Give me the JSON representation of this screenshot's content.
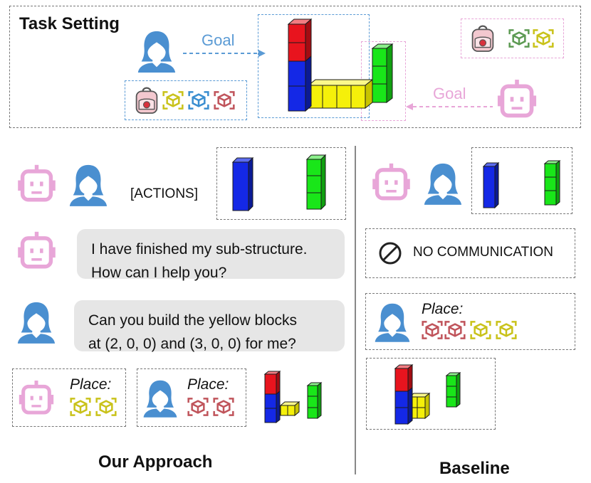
{
  "task": {
    "title": "Task Setting",
    "human_goal": "Goal",
    "robot_goal": "Goal"
  },
  "approach": {
    "actions_label": "[ACTIONS]",
    "robot_message": [
      "I have finished my sub-structure.",
      "How can I help you?"
    ],
    "human_message": [
      "Can you build the yellow blocks",
      "at (2, 0, 0) and (3, 0, 0) for me?"
    ],
    "robot_place": "Place:",
    "human_place": "Place:",
    "caption": "Our Approach"
  },
  "baseline": {
    "no_comm": "NO COMMUNICATION",
    "human_place": "Place:",
    "caption": "Baseline"
  },
  "colors": {
    "red": "#e8141e",
    "blue": "#1428e6",
    "yellow": "#f5f00a",
    "green": "#19e619",
    "human": "#4a8fd0",
    "robot": "#e8a6d8",
    "goal_human": "#5b9bd5",
    "goal_robot": "#e8a6d8"
  }
}
